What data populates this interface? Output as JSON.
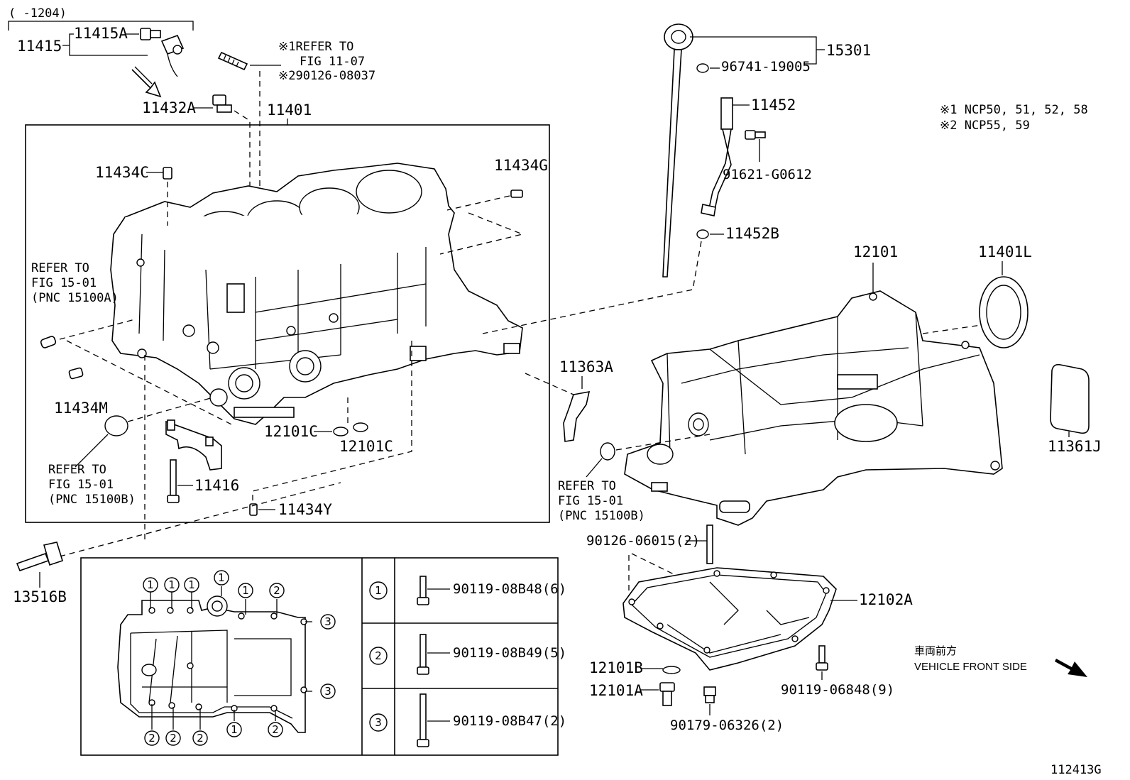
{
  "labels": {
    "date_range": "(     -1204)",
    "p11415": "11415",
    "p11415A": "11415A",
    "p11432A": "11432A",
    "p11401": "11401",
    "p11434C": "11434C",
    "p11434G": "11434G",
    "p11434M": "11434M",
    "p12101C_1": "12101C",
    "p12101C_2": "12101C",
    "p11416": "11416",
    "p11434Y": "11434Y",
    "p13516B": "13516B",
    "p15301": "15301",
    "p96741": "96741-19005",
    "p11452": "11452",
    "p91621": "91621-G0612",
    "p11452B": "11452B",
    "p12101": "12101",
    "p11401L": "11401L",
    "p11363A": "11363A",
    "p11361J": "11361J",
    "p90126_06015": "90126-06015(2)",
    "p12102A": "12102A",
    "p12101B": "12101B",
    "p12101A": "12101A",
    "p90179": "90179-06326(2)",
    "p90119_06848": "90119-06848(9)",
    "fig_code": "112413G"
  },
  "refer_stud": {
    "line1": "※1REFER TO",
    "line2": "FIG 11-07",
    "line3": "※290126-08037"
  },
  "refer_15100A": {
    "line1": "REFER TO",
    "line2": "FIG 15-01",
    "line3": "(PNC 15100A)"
  },
  "refer_15100B_left": {
    "line1": "REFER TO",
    "line2": "FIG 15-01",
    "line3": "(PNC 15100B)"
  },
  "refer_15100B_right": {
    "line1": "REFER TO",
    "line2": "FIG 15-01",
    "line3": "(PNC 15100B)"
  },
  "model_notes": {
    "note1": "※1 NCP50, 51, 52, 58",
    "note2": "※2 NCP55, 59"
  },
  "direction": {
    "japanese": "車両前方",
    "english": "VEHICLE FRONT SIDE"
  },
  "bolt_table": [
    {
      "key": "1",
      "part": "90119-08B48(6)"
    },
    {
      "key": "2",
      "part": "90119-08B49(5)"
    },
    {
      "key": "3",
      "part": "90119-08B47(2)"
    }
  ],
  "bolt_markers": {
    "m1": "1",
    "m2": "2",
    "m3": "3"
  }
}
